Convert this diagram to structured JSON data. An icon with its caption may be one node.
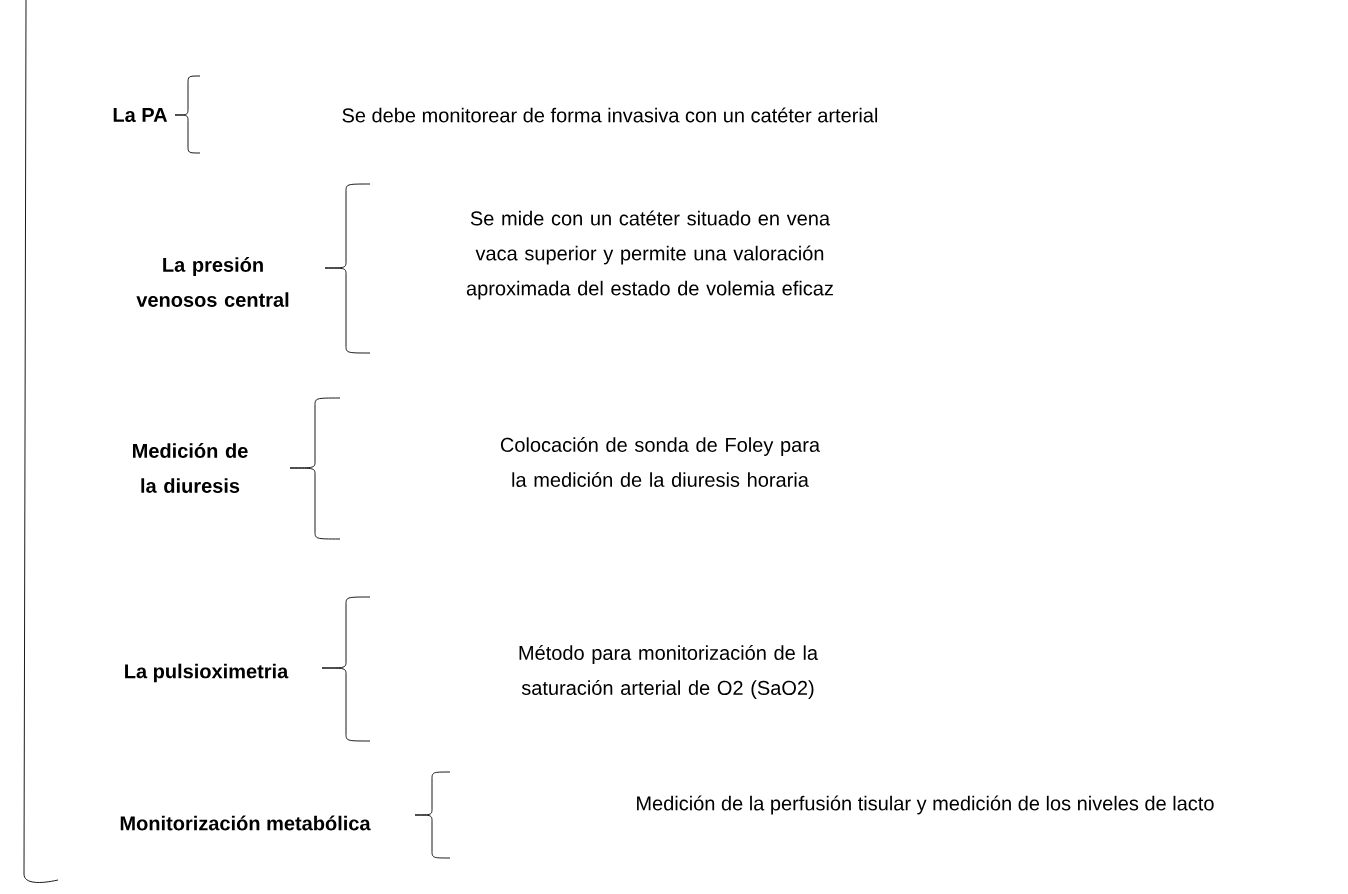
{
  "diagram": {
    "nodes": [
      {
        "text": [
          "La PA"
        ]
      },
      {
        "text": [
          "La presión venosos central"
        ]
      },
      {
        "text": [
          "Medición de la diuresis"
        ]
      },
      {
        "text": [
          "La pulsioximetria"
        ]
      },
      {
        "text": [
          "Monitorización metabólica"
        ]
      },
      {
        "text": [
          "Se debe monitorear de forma invasiva con un catéter arterial"
        ]
      },
      {
        "text": [
          "Se mide con un catéter situado en vena vaca superior y permite una valoración aproximada del estado de volemia eficaz"
        ]
      },
      {
        "text": [
          "Colocación de sonda de Foley para la medición de la diuresis horaria"
        ]
      },
      {
        "text": [
          "Método para monitorización de la saturación arterial de O2 (SaO2)"
        ]
      },
      {
        "text": [
          "Medición de la perfusión tisular y medición de los niveles de lacto"
        ]
      }
    ]
  }
}
